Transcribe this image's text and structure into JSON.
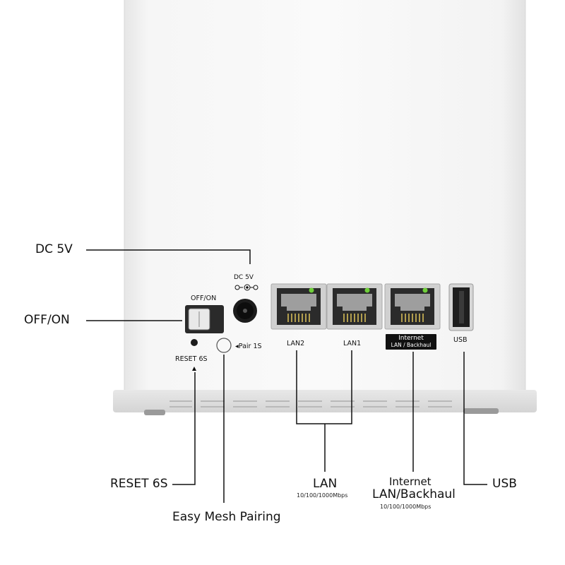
{
  "device_panel": {
    "dc_label": "DC 5V",
    "switch_label": "OFF/ON",
    "reset_label": "RESET 6S",
    "pair_label": "◂Pair 1S",
    "lan2": "LAN2",
    "lan1": "LAN1",
    "internet_line1": "Internet",
    "internet_line2": "LAN / Backhaul",
    "usb": "USB"
  },
  "callouts": {
    "dc": "DC 5V",
    "switch": "OFF/ON",
    "reset": "RESET 6S",
    "mesh": "Easy Mesh Pairing",
    "lan_title": "LAN",
    "lan_speed": "10/100/1000Mbps",
    "internet_line1": "Internet",
    "internet_line2": "LAN/Backhaul",
    "internet_speed": "10/100/1000Mbps",
    "usb": "USB"
  },
  "colors": {
    "body": "#f4f4f4",
    "led": "#6fcf3a",
    "line": "#111111"
  }
}
